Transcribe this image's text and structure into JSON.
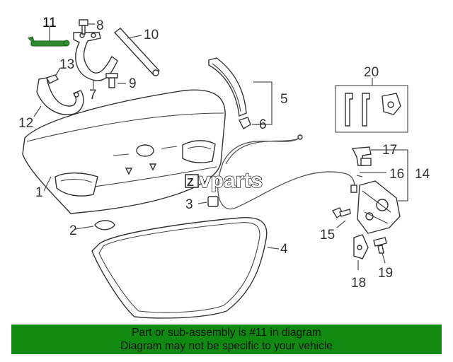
{
  "logo": {
    "text": "vparts",
    "mark": "Z"
  },
  "callouts": [
    "1",
    "2",
    "3",
    "4",
    "5",
    "6",
    "7",
    "8",
    "9",
    "10",
    "11",
    "12",
    "13",
    "14",
    "15",
    "16",
    "17",
    "18",
    "19",
    "20"
  ],
  "highlighted_part": "11",
  "footer": {
    "line1": "Part or sub-assembly is #11 in diagram",
    "line2": "Diagram may not be specific to your vehicle"
  },
  "colors": {
    "accent": "#118a11",
    "highlight": "#2e8b2e",
    "line": "#555555"
  }
}
